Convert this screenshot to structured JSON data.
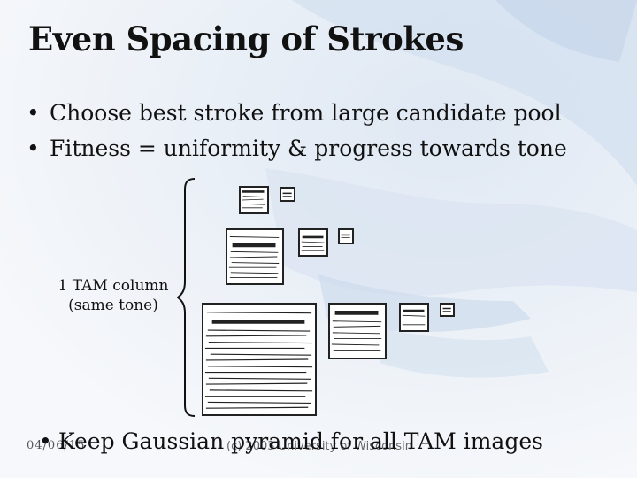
{
  "slide": {
    "title": "Even Spacing of Strokes",
    "bullets": [
      "Choose best stroke from large candidate pool",
      "Fitness = uniformity & progress towards tone"
    ],
    "tam_label_line1": "1 TAM column",
    "tam_label_line2": "(same tone)",
    "footer_bullet": "Keep Gaussian pyramid for all TAM images",
    "date": "04/06/15",
    "copyright": "(c) 2003 University of Wisconsin"
  },
  "colors": {
    "text": "#111111",
    "background": "#f3f5f8",
    "hand": "#c9d8ea"
  }
}
